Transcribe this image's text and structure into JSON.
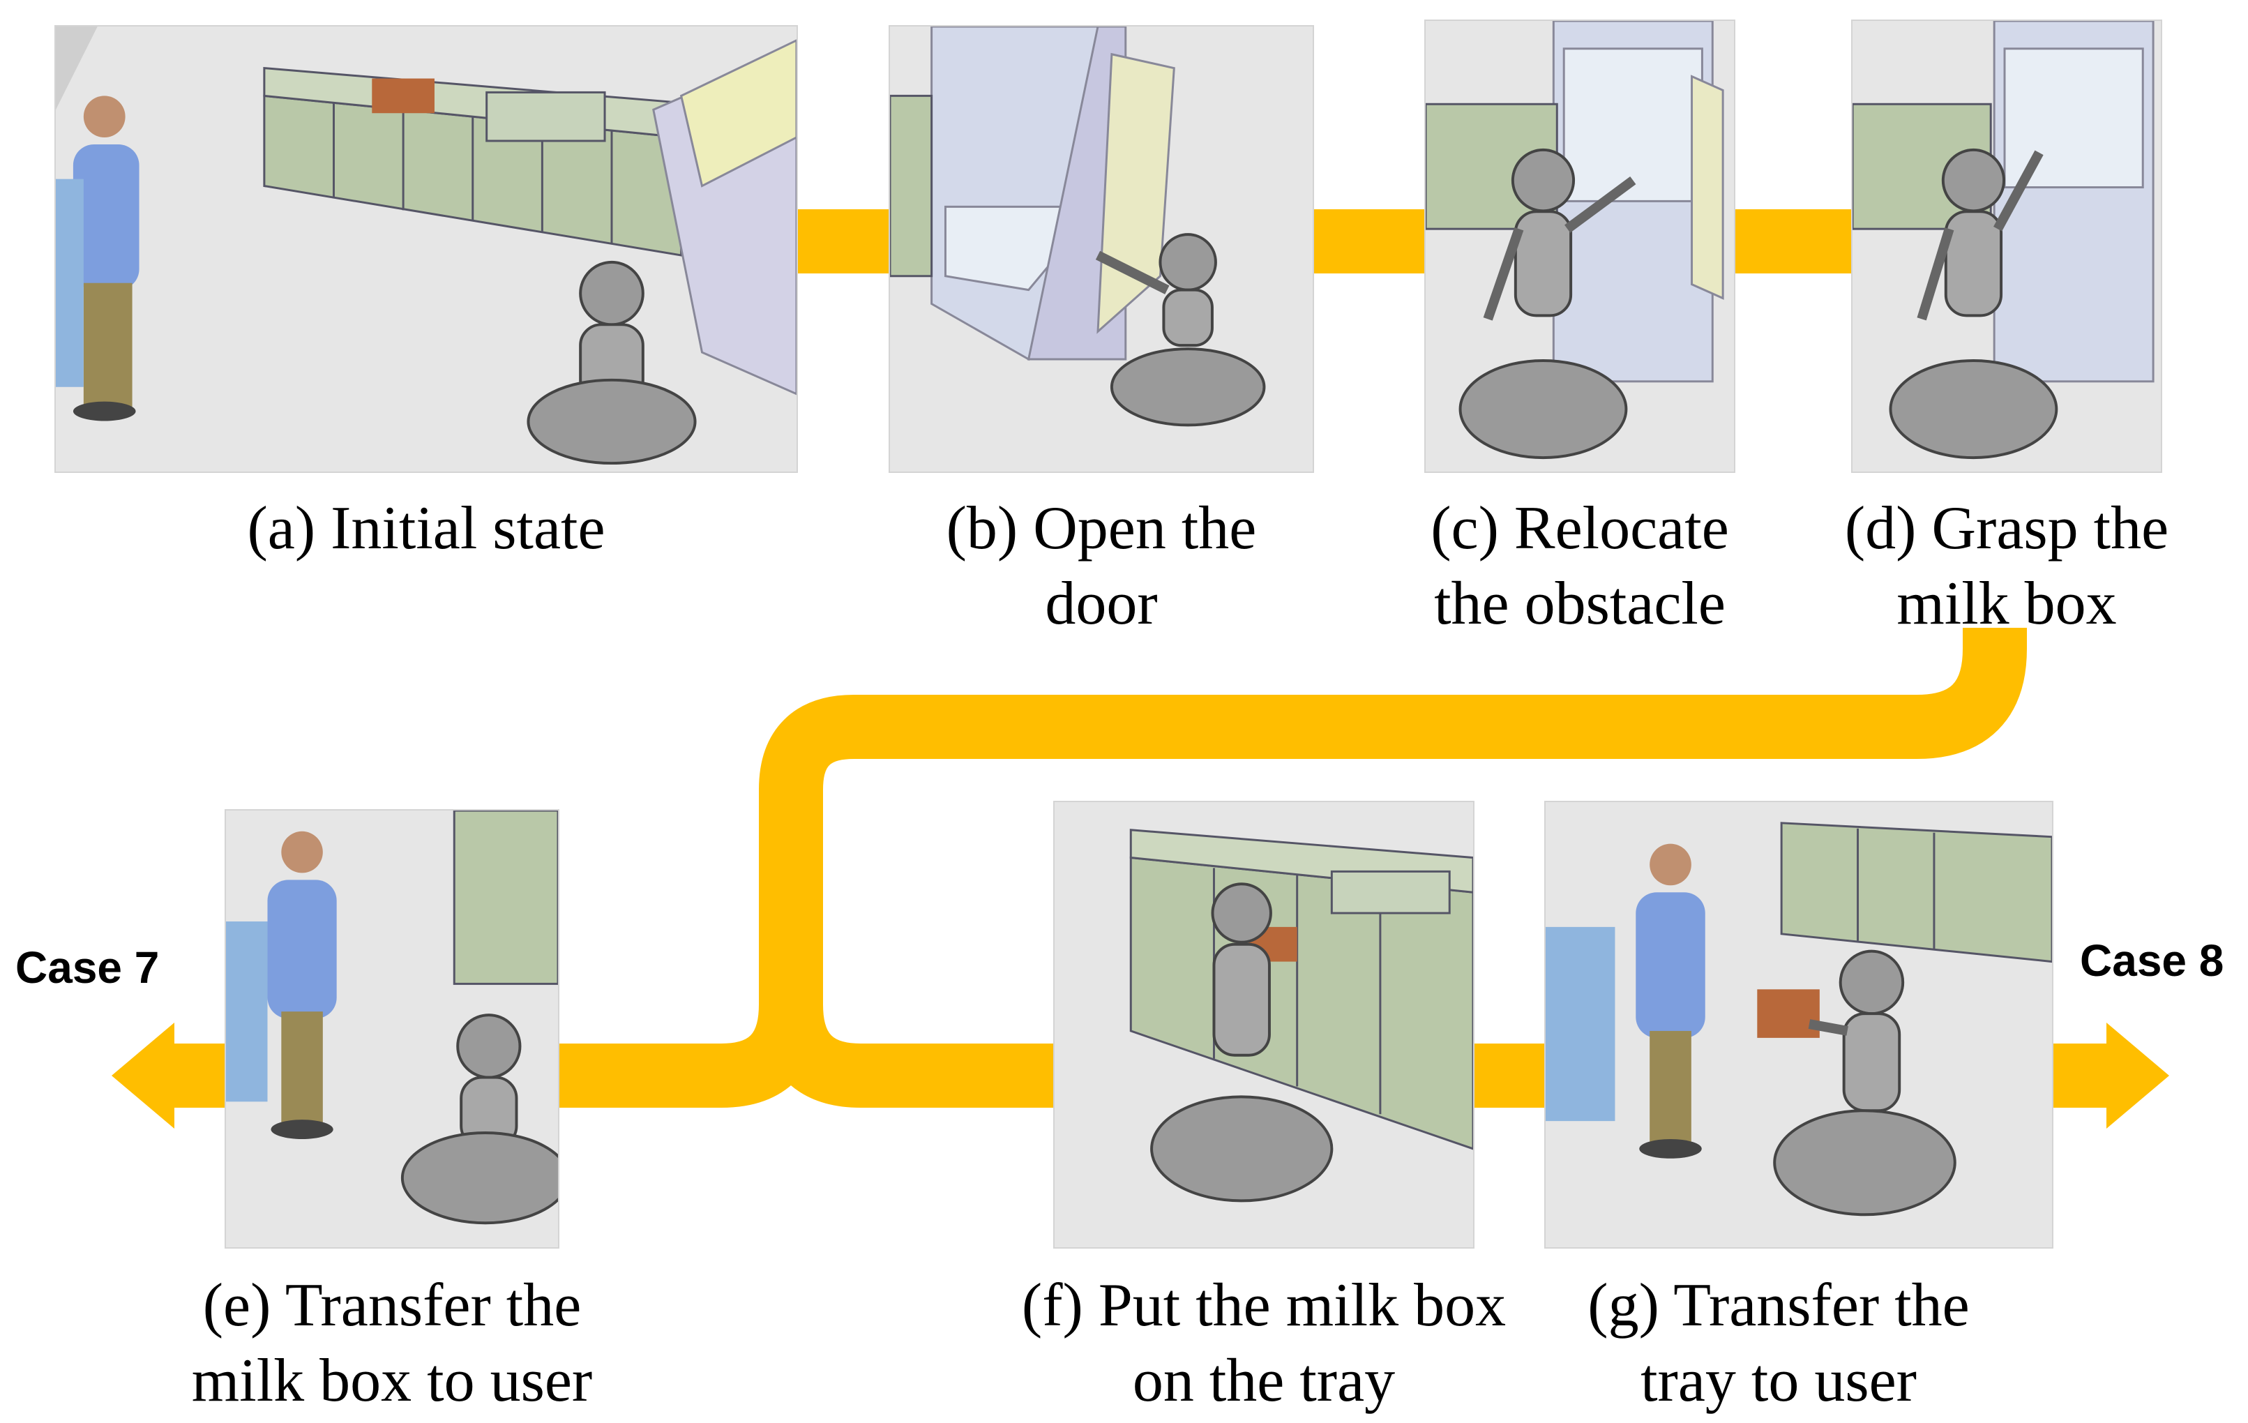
{
  "colors": {
    "flow": "#FFBE00",
    "floor": "#e6e6e6",
    "cabinet": "#b9c8a8",
    "robot": "#9a9a9a",
    "person_shirt": "#7d9ede",
    "fridge": "#d3d9ea"
  },
  "icons": {
    "robot": "humanoid-robot-icon",
    "person": "person-icon",
    "kitchen": "kitchen-counter-icon",
    "fridge": "refrigerator-icon",
    "tray": "tray-icon"
  },
  "steps": [
    {
      "id": "a",
      "caption": [
        "(a) Initial state"
      ]
    },
    {
      "id": "b",
      "caption": [
        "(b) Open the",
        "door"
      ]
    },
    {
      "id": "c",
      "caption": [
        "(c) Relocate",
        "the obstacle"
      ]
    },
    {
      "id": "d",
      "caption": [
        "(d) Grasp the",
        "milk box"
      ]
    },
    {
      "id": "e",
      "caption": [
        "(e) Transfer the",
        "milk box to user"
      ]
    },
    {
      "id": "f",
      "caption": [
        "(f) Put the milk box",
        "on the tray"
      ]
    },
    {
      "id": "g",
      "caption": [
        "(g) Transfer the",
        "tray to user"
      ]
    }
  ],
  "outcomes": {
    "left": "Case 7",
    "right": "Case 8"
  }
}
